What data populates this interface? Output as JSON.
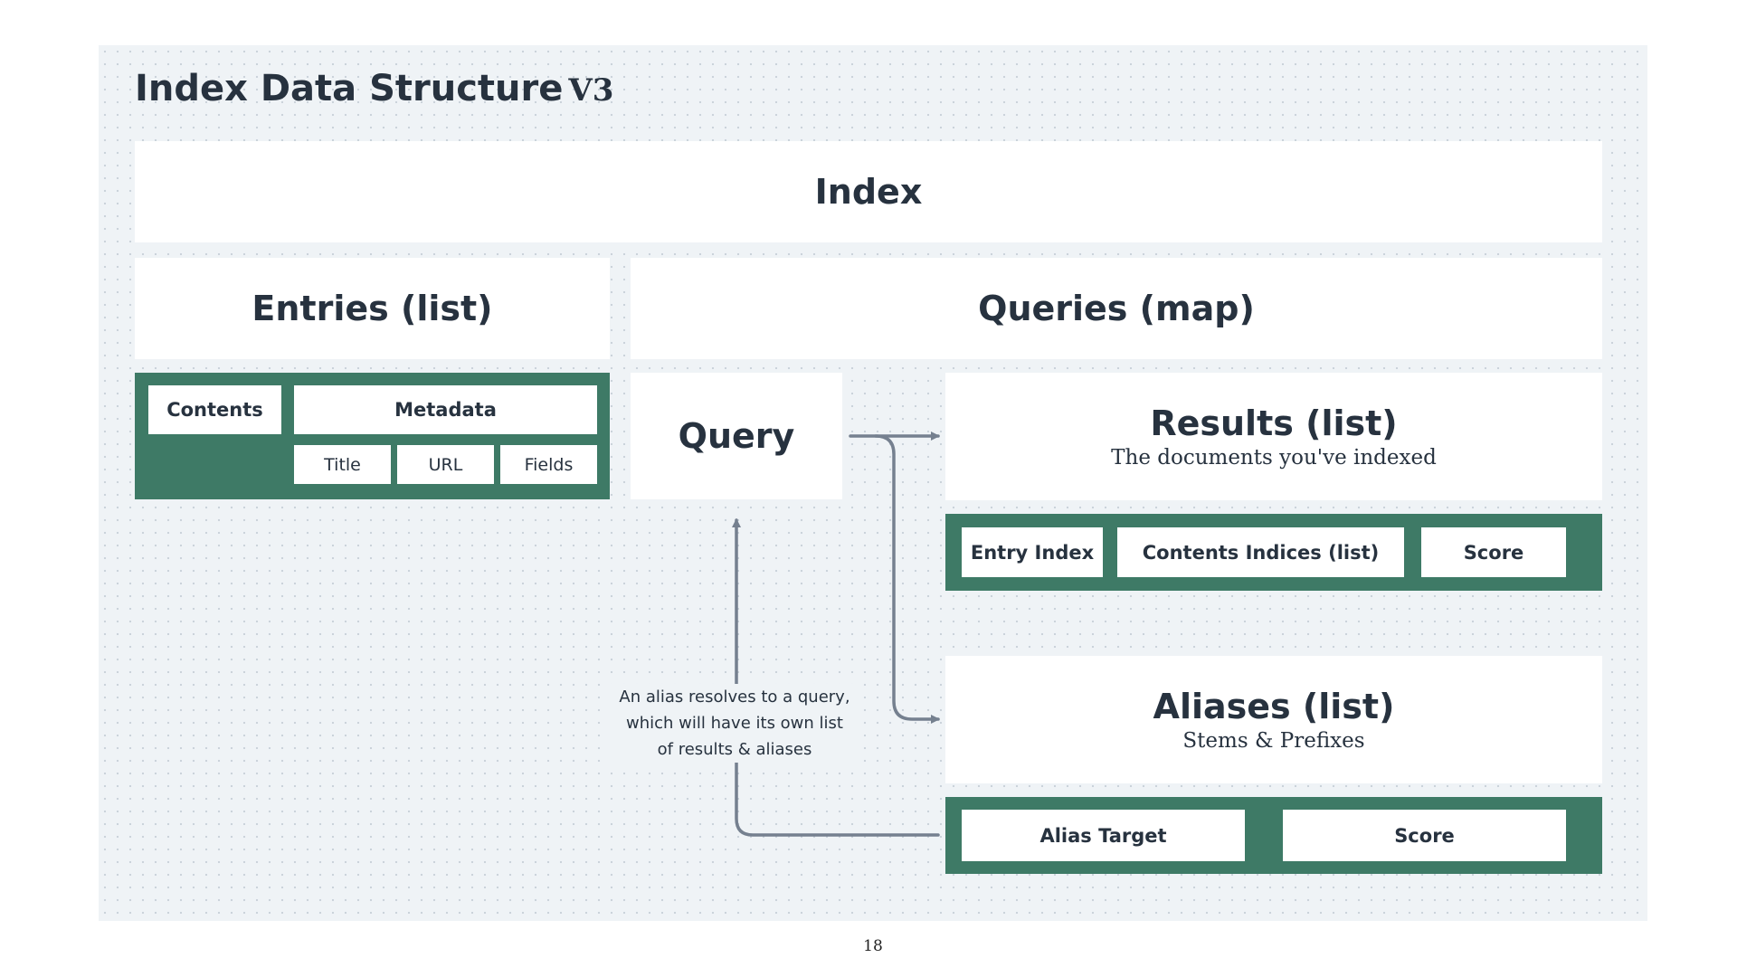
{
  "title": {
    "main": "Index Data Structure",
    "version": "V3"
  },
  "index": {
    "label": "Index"
  },
  "entries": {
    "label": "Entries (list)",
    "fields": {
      "contents": "Contents",
      "metadata": "Metadata",
      "metadata_fields": [
        "Title",
        "URL",
        "Fields"
      ]
    }
  },
  "queries": {
    "label": "Queries (map)"
  },
  "query": {
    "label": "Query"
  },
  "results": {
    "label": "Results (list)",
    "subtitle": "The documents you've indexed",
    "fields": [
      "Entry Index",
      "Contents Indices (list)",
      "Score"
    ]
  },
  "aliases": {
    "label": "Aliases (list)",
    "subtitle": "Stems & Prefixes",
    "fields": [
      "Alias Target",
      "Score"
    ]
  },
  "note": {
    "lines": [
      "An alias resolves to a query,",
      "which will have its own list",
      "of results & aliases"
    ]
  },
  "page_number": "18",
  "colors": {
    "background": "#eff3f6",
    "box": "#ffffff",
    "accent_green": "#3e7a66",
    "text": "#27323f",
    "arrow": "#75808f"
  }
}
